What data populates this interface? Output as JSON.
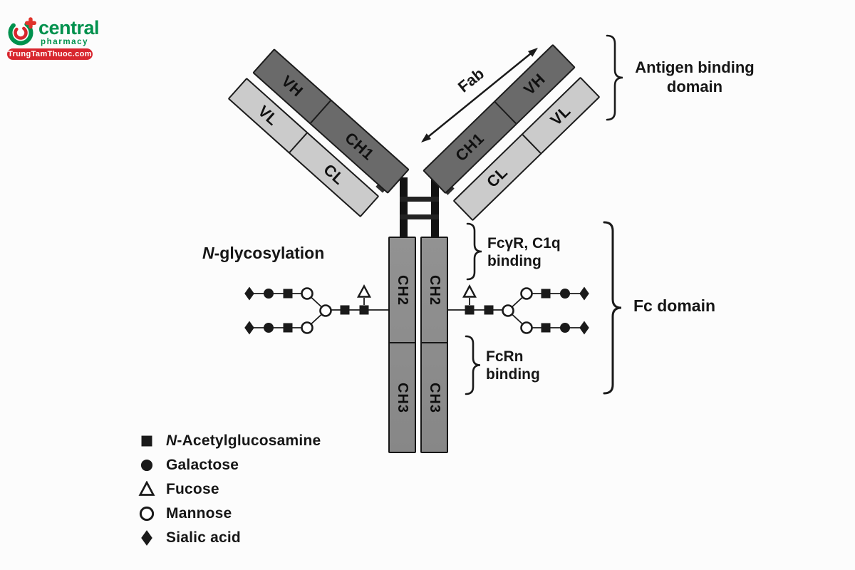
{
  "logo": {
    "brand": "central",
    "tagline": "pharmacy",
    "badge": "TrungTamThuoc.com"
  },
  "labels": {
    "fab": "Fab",
    "vh": "VH",
    "ch1": "CH1",
    "vl": "VL",
    "cl": "CL",
    "ch2": "CH2",
    "ch3": "CH3",
    "antigen_binding_line1": "Antigen binding",
    "antigen_binding_line2": "domain",
    "n_glycosylation_italic": "N",
    "n_glycosylation_rest": "-glycosylation",
    "fcgr_c1q_line1": "FcγR, C1q",
    "fcgr_c1q_line2": "binding",
    "fcrn_line1": "FcRn",
    "fcrn_line2": "binding",
    "fc_domain": "Fc domain"
  },
  "legend": {
    "items": [
      {
        "icon": "n-acetylglucosamine-icon",
        "symbol": "n-acetylglucosamine",
        "italic_prefix": "N",
        "label": "-Acetylglucosamine"
      },
      {
        "icon": "galactose-icon",
        "symbol": "galactose",
        "label": "Galactose"
      },
      {
        "icon": "fucose-icon",
        "symbol": "fucose",
        "label": "Fucose"
      },
      {
        "icon": "mannose-icon",
        "symbol": "mannose",
        "label": "Mannose"
      },
      {
        "icon": "sialic-acid-icon",
        "symbol": "sialic-acid",
        "label": "Sialic acid"
      }
    ]
  },
  "glycan": {
    "attached_to": "CH2",
    "stem": [
      "n-acetylglucosamine",
      "n-acetylglucosamine"
    ],
    "fucose_on_stem_index": 0,
    "branch_point": "mannose",
    "arm": [
      "mannose",
      "n-acetylglucosamine",
      "galactose",
      "sialic-acid"
    ],
    "sides": [
      "left",
      "right"
    ]
  },
  "colors": {
    "heavy_chain": "#6a6a6a",
    "light_chain": "#cbcbcb",
    "fc_column": "#8d8d8d",
    "hinge": "#121212",
    "ink": "#1a1a1a",
    "logo_green": "#00914d",
    "logo_red": "#d8262e"
  }
}
